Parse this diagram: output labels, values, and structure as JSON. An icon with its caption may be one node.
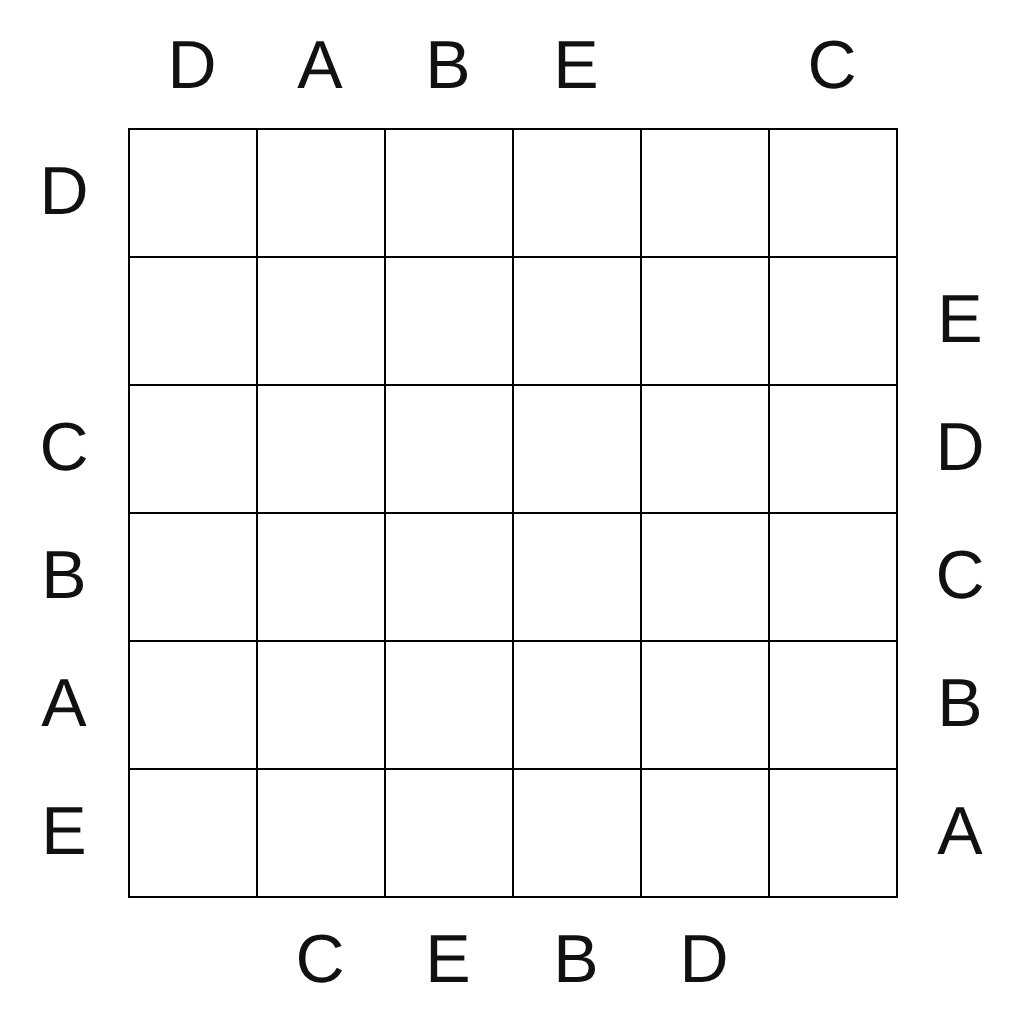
{
  "diagram": {
    "labels": [
      "D",
      "A",
      "B",
      "E",
      "C",
      "D",
      "E",
      "C",
      "D",
      "B",
      "C",
      "A",
      "B",
      "E",
      "A",
      "C",
      "E",
      "B",
      "D"
    ]
  }
}
